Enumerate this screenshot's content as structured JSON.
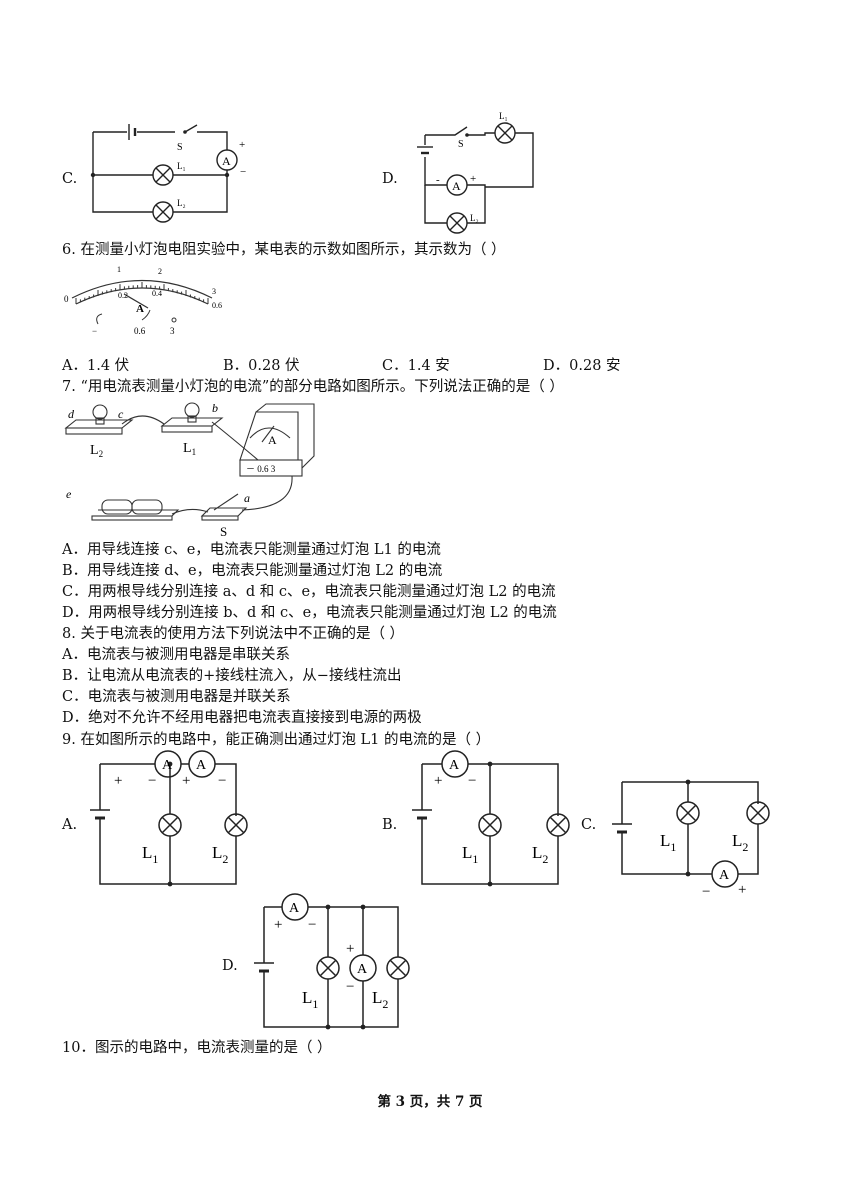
{
  "q5": {
    "option_c": "C.",
    "option_d": "D."
  },
  "q6": {
    "stem": "6.  在测量小灯泡电阻实验中，某电表的示数如图所示，其示数为（        ）",
    "meter_ticks": [
      "0",
      "0.2",
      "0.4",
      "0.6",
      "1",
      "2",
      "3"
    ],
    "meter_unit": "A",
    "terminals": [
      "-",
      "0.6",
      "3"
    ],
    "options": [
      {
        "label": "A．",
        "text": "1.4 伏"
      },
      {
        "label": "B．",
        "text": "0.28 伏"
      },
      {
        "label": "C．",
        "text": "1.4 安"
      },
      {
        "label": "D．",
        "text": "0.28 安"
      }
    ]
  },
  "q7": {
    "stem": "7.  “用电流表测量小灯泡的电流”的部分电路如图所示。下列说法正确的是（        ）",
    "figure_labels": {
      "d": "d",
      "c": "c",
      "b": "b",
      "a": "a",
      "e": "e",
      "L2": "L2",
      "L1": "L1",
      "S": "S",
      "A": "A",
      "terminals": "－  0.6  3"
    },
    "options": [
      "A．用导线连接 c、e，电流表只能测量通过灯泡 L1 的电流",
      "B．用导线连接 d、e，电流表只能测量通过灯泡 L2 的电流",
      "C．用两根导线分别连接 a、d 和 c、e，电流表只能测量通过灯泡 L2 的电流",
      "D．用两根导线分别连接 b、d 和 c、e，电流表只能测量通过灯泡 L2 的电流"
    ]
  },
  "q8": {
    "stem": "8.  关于电流表的使用方法下列说法中不正确的是（    ）",
    "options": [
      "A．电流表与被测用电器是串联关系",
      "B．让电流从电流表的+接线柱流入，从−接线柱流出",
      "C．电流表与被测用电器是并联关系",
      "D．绝对不允许不经用电器把电流表直接接到电源的两极"
    ]
  },
  "q9": {
    "stem": "9.  在如图所示的电路中，能正确测出通过灯泡 L1 的电流的是（        ）",
    "option_a": "A.",
    "option_b": "B.",
    "option_c": "C.",
    "option_d": "D."
  },
  "q10": {
    "stem": "10．图示的电路中，电流表测量的是（        ）"
  },
  "footer": "第 3 页，共 7 页"
}
